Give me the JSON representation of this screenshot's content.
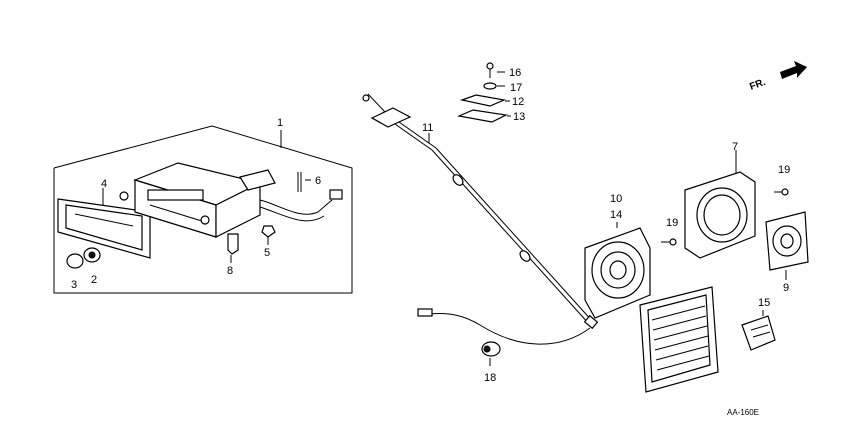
{
  "diagram": {
    "orientation_label": "FR.",
    "code": "AA-160E",
    "part_numbers": [
      "1",
      "2",
      "3",
      "4",
      "5",
      "6",
      "7",
      "8",
      "9",
      "10",
      "11",
      "12",
      "13",
      "14",
      "15",
      "16",
      "17",
      "18",
      "19",
      "19"
    ]
  }
}
